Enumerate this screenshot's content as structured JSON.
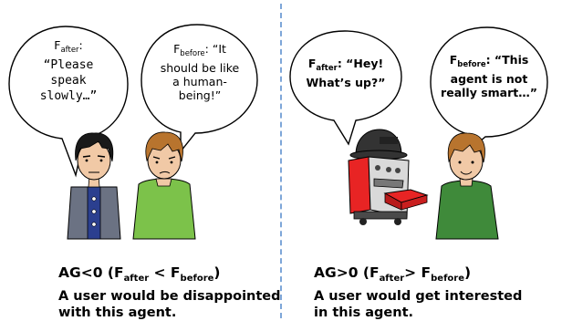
{
  "left": {
    "bubble1": {
      "f": "F",
      "f_sub": "after",
      "suffix": ":",
      "line1": "“Please",
      "line2": "speak",
      "line3": "slowly…”"
    },
    "bubble2": {
      "f": "F",
      "f_sub": "before",
      "line1": ": “It",
      "line2": "should be like",
      "line3": "a human-",
      "line4": "being!”"
    },
    "caption": {
      "lead": "AG<0 (F",
      "sub1": "after",
      "mid": " < F",
      "sub2": "before",
      "tail": ")",
      "line2": "A user would be disappointed",
      "line3": "with this agent."
    }
  },
  "right": {
    "bubble1": {
      "f": "F",
      "f_sub": "after",
      "line1": ": “Hey!",
      "line2": "What’s up?”"
    },
    "bubble2": {
      "f": "F",
      "f_sub": "before",
      "line1": ": “This",
      "line2": "agent is not",
      "line3": "really smart…”"
    },
    "caption": {
      "lead": "AG>0 (F",
      "sub1": "after",
      "mid": "> F",
      "sub2": "before",
      "tail": ")",
      "line2": "A user would get interested",
      "line3": "in this agent."
    }
  }
}
